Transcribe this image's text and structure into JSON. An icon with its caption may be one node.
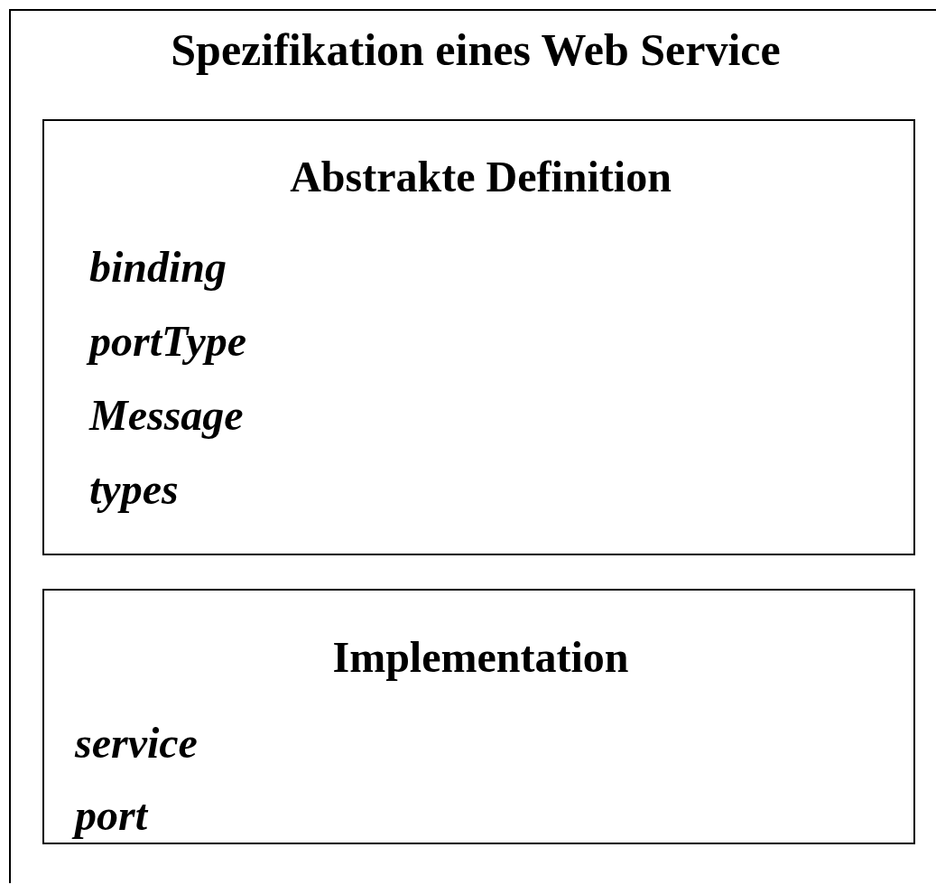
{
  "diagram": {
    "nodes": [
      {
        "text": [
          "Spezifikation eines Web Service"
        ]
      },
      {
        "text": [
          "Abstrakte Definition",
          "binding",
          "portType",
          "Message",
          "types"
        ],
        "in": 0
      },
      {
        "text": [
          "Implementation",
          "service",
          "port"
        ],
        "in": 0
      }
    ]
  }
}
